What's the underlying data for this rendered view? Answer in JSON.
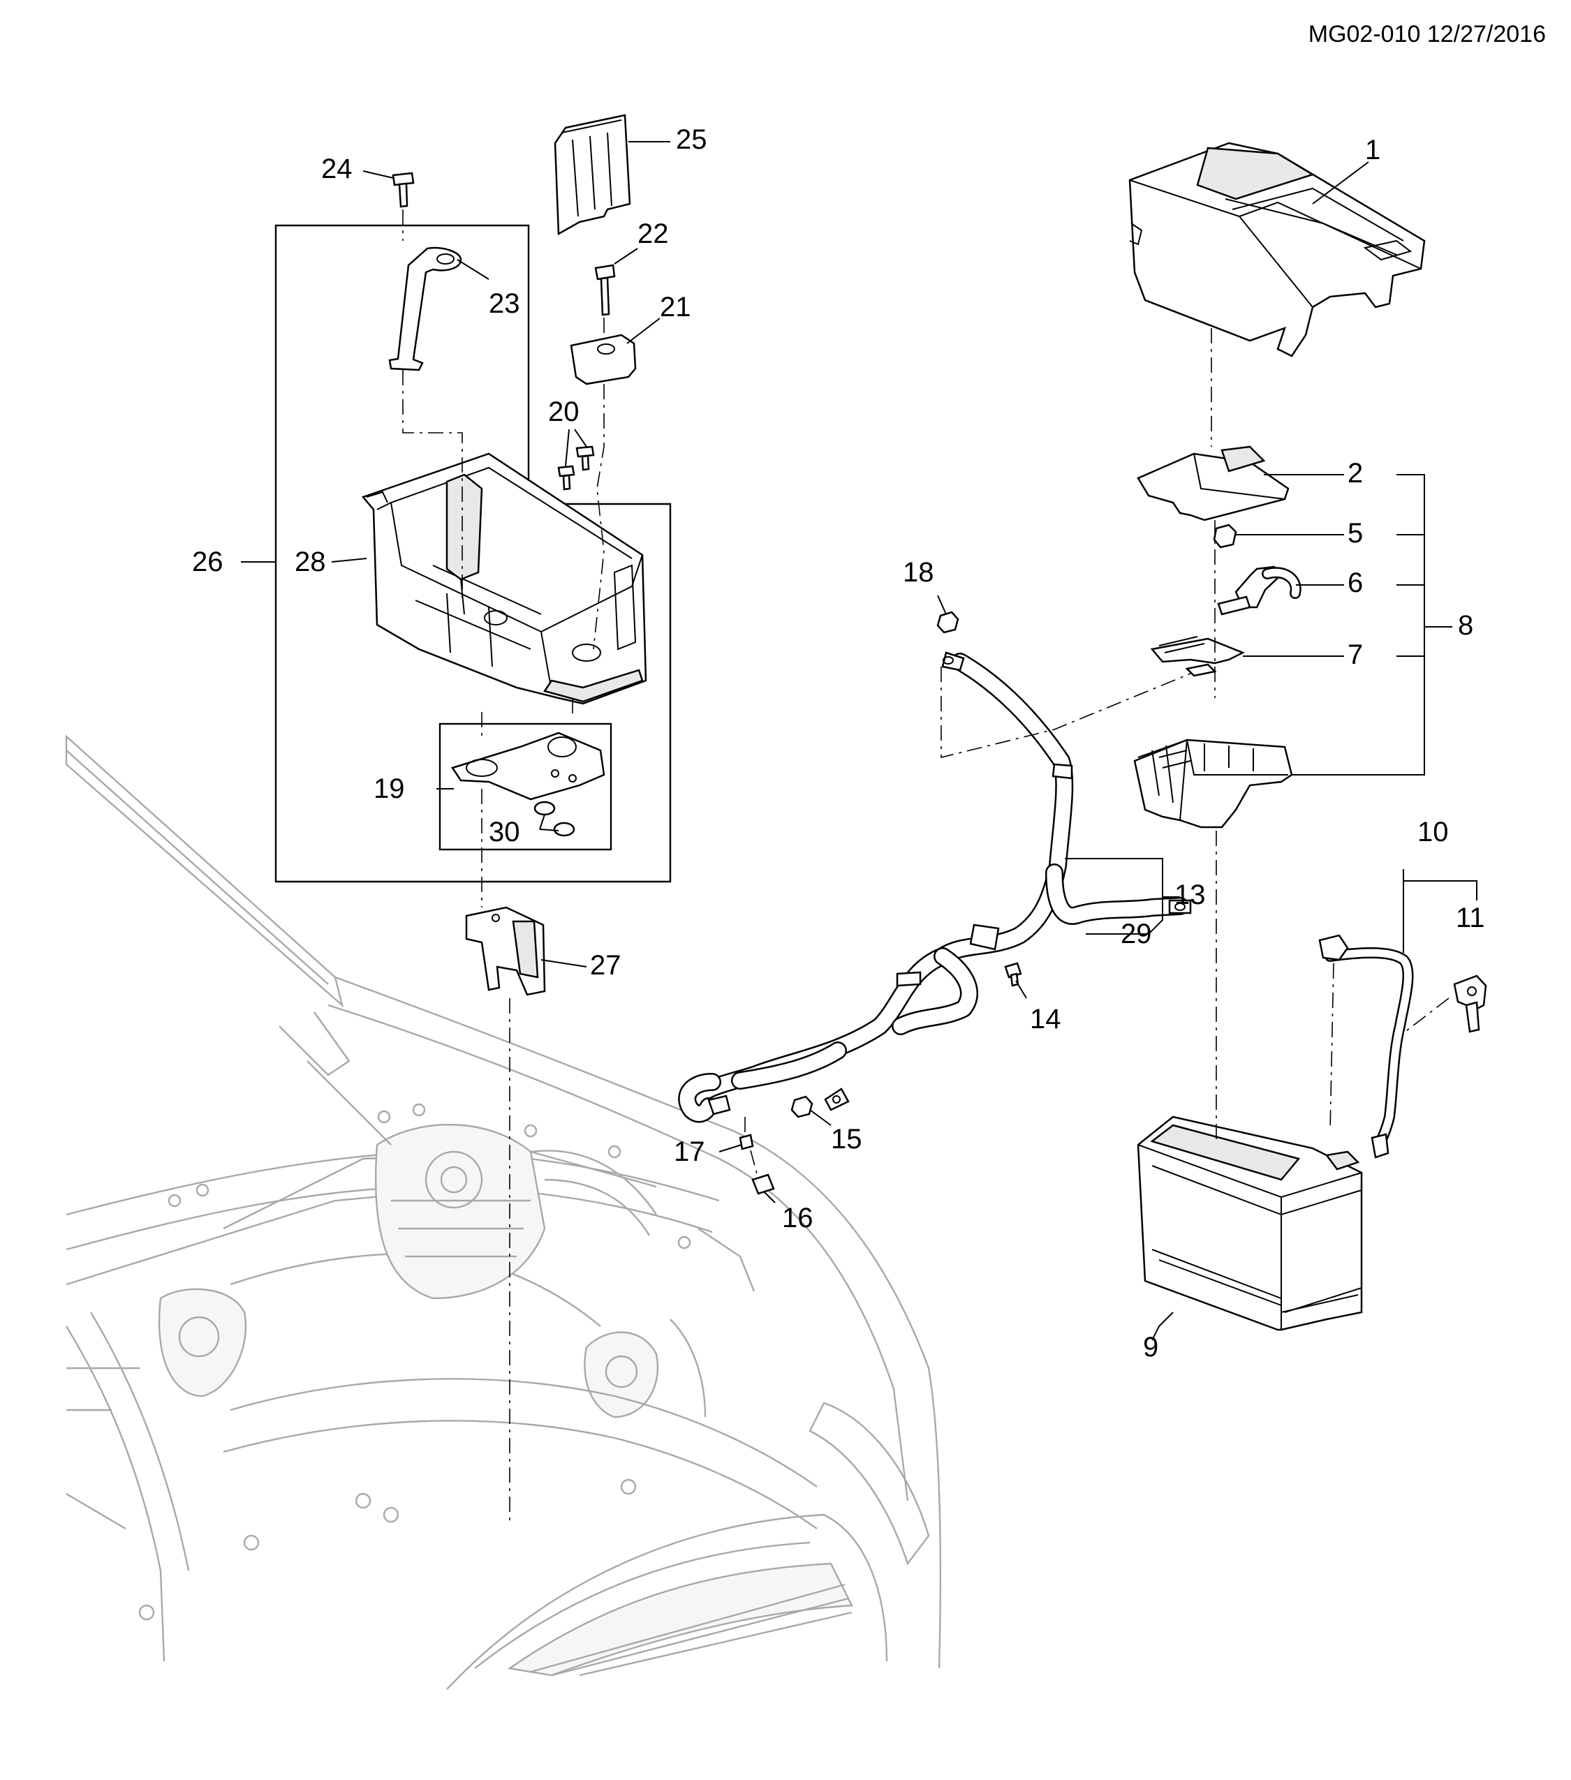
{
  "header": {
    "doc_id": "MG02-010 12/27/2016"
  },
  "callouts": {
    "c1": "1",
    "c2": "2",
    "c5": "5",
    "c6": "6",
    "c7": "7",
    "c8": "8",
    "c9": "9",
    "c10": "10",
    "c11": "11",
    "c13": "13",
    "c14": "14",
    "c15": "15",
    "c16": "16",
    "c17": "17",
    "c18": "18",
    "c19": "19",
    "c20": "20",
    "c21": "21",
    "c22": "22",
    "c23": "23",
    "c24": "24",
    "c25": "25",
    "c26": "26",
    "c27": "27",
    "c28": "28",
    "c29": "29",
    "c30": "30"
  },
  "colors": {
    "line": "#000000",
    "background_vehicle": "#a8a8a8",
    "paper": "#ffffff"
  }
}
